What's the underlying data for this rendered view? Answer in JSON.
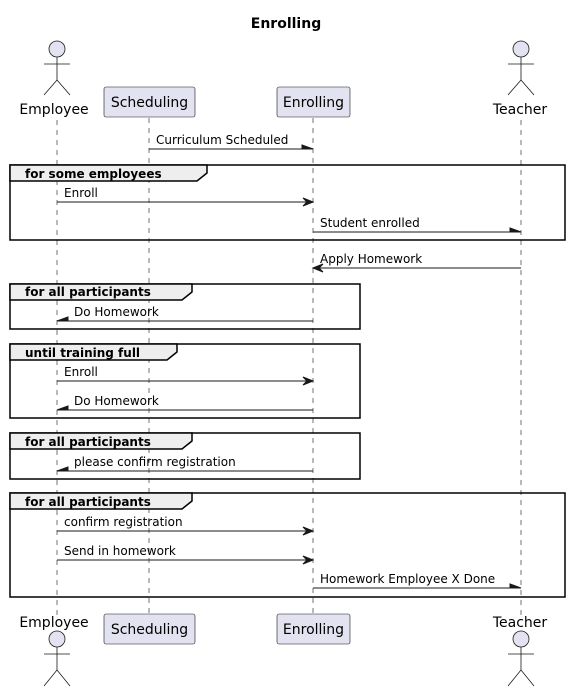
{
  "title": "Enrolling",
  "participants": [
    {
      "id": "employee",
      "label": "Employee",
      "kind": "actor"
    },
    {
      "id": "scheduling",
      "label": "Scheduling",
      "kind": "participant"
    },
    {
      "id": "enrolling",
      "label": "Enrolling",
      "kind": "participant"
    },
    {
      "id": "teacher",
      "label": "Teacher",
      "kind": "actor"
    }
  ],
  "messages": [
    {
      "from": "scheduling",
      "to": "enrolling",
      "label": "Curriculum Scheduled",
      "style": "async"
    },
    {
      "from": "employee",
      "to": "enrolling",
      "label": "Enroll",
      "style": "sync",
      "label_color": "#00008B"
    },
    {
      "from": "enrolling",
      "to": "teacher",
      "label": "Student enrolled",
      "style": "async"
    },
    {
      "from": "teacher",
      "to": "enrolling",
      "label": "Apply Homework",
      "style": "sync"
    },
    {
      "from": "enrolling",
      "to": "employee",
      "label": "Do Homework",
      "style": "async"
    },
    {
      "from": "employee",
      "to": "enrolling",
      "label": "Enroll",
      "style": "sync"
    },
    {
      "from": "enrolling",
      "to": "employee",
      "label": "Do Homework",
      "style": "async"
    },
    {
      "from": "enrolling",
      "to": "employee",
      "label": "please confirm registration",
      "style": "async"
    },
    {
      "from": "employee",
      "to": "enrolling",
      "label": "confirm registration",
      "style": "sync"
    },
    {
      "from": "employee",
      "to": "enrolling",
      "label": "Send in homework",
      "style": "sync"
    },
    {
      "from": "enrolling",
      "to": "teacher",
      "label": "Homework Employee X Done",
      "style": "async"
    }
  ],
  "fragments": [
    {
      "label": "for some employees"
    },
    {
      "label": "for all participants"
    },
    {
      "label": "until training full"
    },
    {
      "label": "for all participants"
    },
    {
      "label": "for all participants"
    }
  ],
  "colors": {
    "participant_fill": "#E2E2F0",
    "fragment_tab": "#EEEEEE",
    "line": "#181818",
    "highlight_text": "#00008B"
  }
}
